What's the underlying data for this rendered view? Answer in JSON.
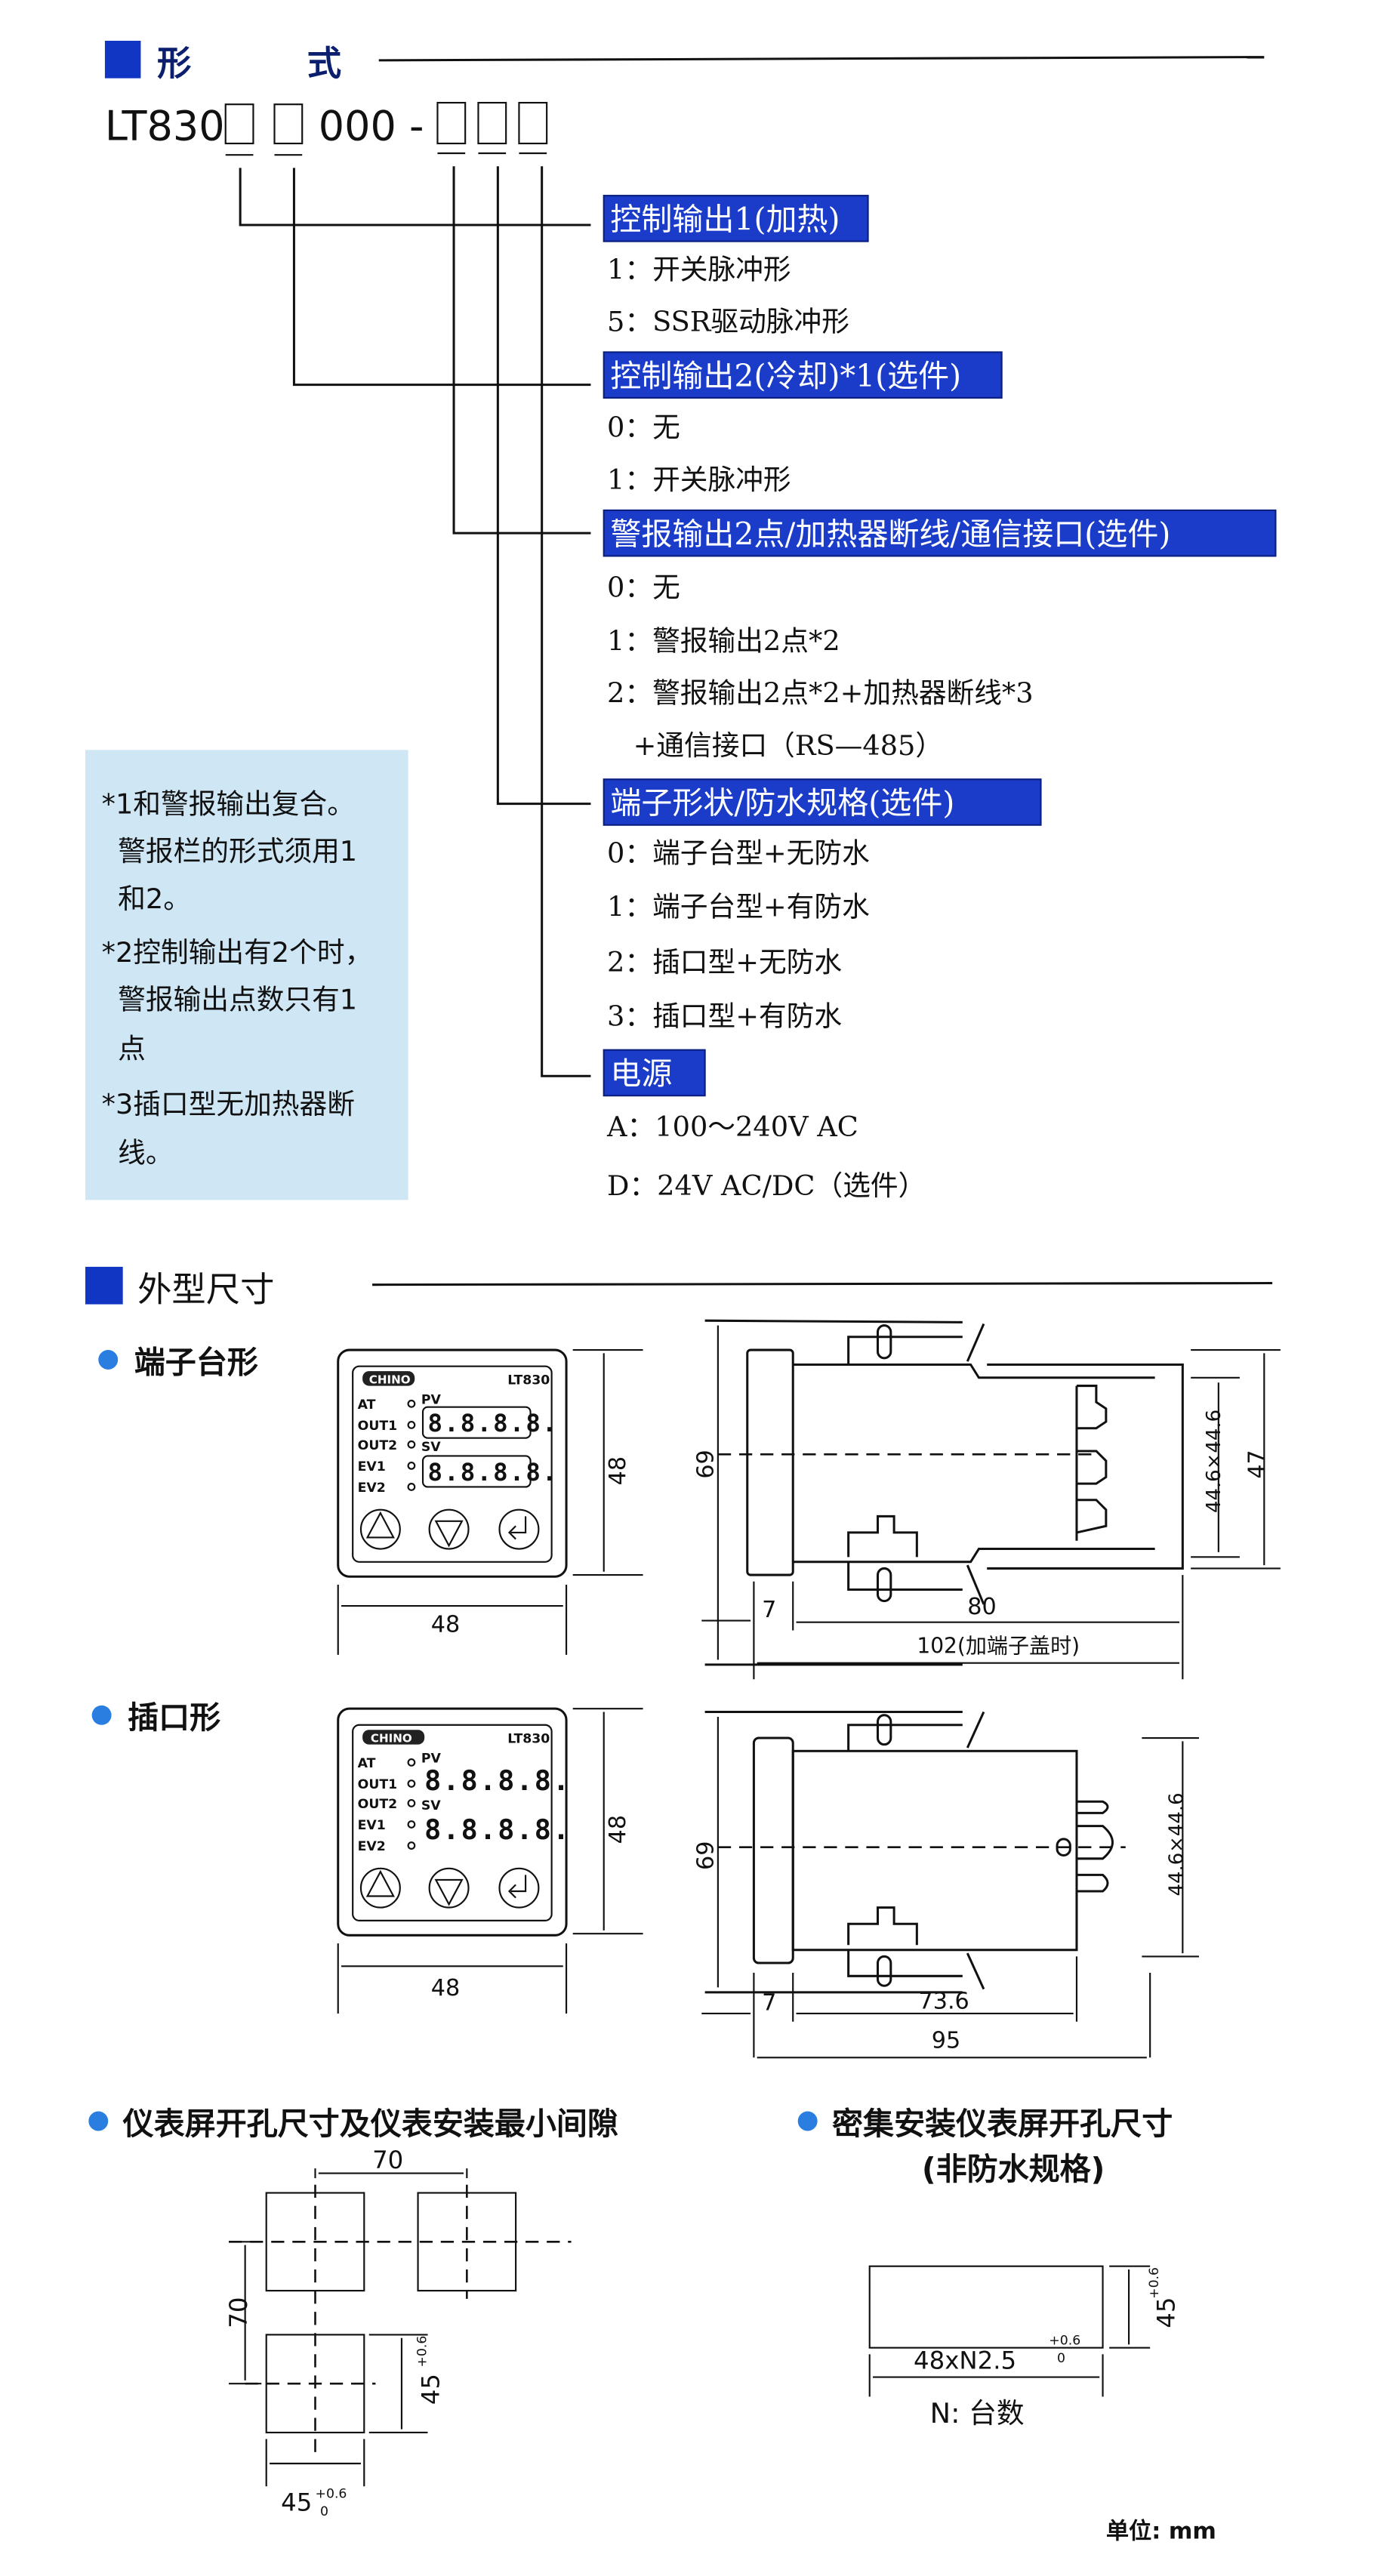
{
  "section1": {
    "title_a": "形",
    "title_b": "式",
    "model_prefix": "LT830",
    "model_mid": "000 -",
    "groups": [
      {
        "label": "控制输出1(加热)",
        "items": [
          "1：开关脉冲形",
          "5：SSR驱动脉冲形"
        ]
      },
      {
        "label": "控制输出2(冷却)*1(选件)",
        "items": [
          "0：无",
          "1：开关脉冲形"
        ]
      },
      {
        "label": "警报输出2点/加热器断线/通信接口(选件)",
        "items": [
          "0：无",
          "1：警报输出2点*2",
          "2：警报输出2点*2+加热器断线*3",
          "+通信接口（RS—485）"
        ]
      },
      {
        "label": "端子形状/防水规格(选件)",
        "items": [
          "0：端子台型+无防水",
          "1：端子台型+有防水",
          "2：插口型+无防水",
          "3：插口型+有防水"
        ]
      },
      {
        "label": "电源",
        "items": [
          "A：100～240V  AC",
          "D：24V   AC/DC（选件）"
        ]
      }
    ],
    "notes": [
      "*1和警报输出复合。",
      "警报栏的形式须用1",
      "和2。",
      "*2控制输出有2个时，",
      "警报输出点数只有1",
      "点",
      "*3插口型无加热器断",
      "线。"
    ]
  },
  "section2": {
    "title": "外型尺寸",
    "terminal_type": "端子台形",
    "plug_type": "插口形",
    "panel": {
      "brand": "CHINO",
      "model": "LT830",
      "leds": [
        "AT",
        "OUT1",
        "OUT2",
        "EV1",
        "EV2"
      ],
      "pv": "PV",
      "sv": "SV",
      "digits": "8.8.8.8."
    },
    "dims_terminal": {
      "front_w": "48",
      "front_h": "48",
      "height": "69",
      "bezel": "7",
      "depth": "80",
      "depth_cover": "102(加端子盖时)",
      "cut": "44.6×44.6",
      "body": "47"
    },
    "dims_plug": {
      "front_w": "48",
      "front_h": "48",
      "height": "69",
      "bezel": "7",
      "depth": "73.6",
      "total": "95",
      "cut": "44.6×44.6"
    },
    "cutout_title": "仪表屏开孔尺寸及仪表安装最小间隙",
    "dense_title": "密集安装仪表屏开孔尺寸",
    "dense_subtitle": "(非防水规格)",
    "cutout": {
      "pitch_h": "70",
      "pitch_v": "70",
      "size": "45",
      "tol_plus": "+0.6",
      "tol_zero": "0"
    },
    "dense": {
      "height": "45",
      "width": "48xN2.5",
      "tol_plus": "+0.6",
      "tol_zero": "0",
      "n_note": "N:  台数"
    },
    "unit": "单位: mm"
  },
  "colors": {
    "accent": "#1236c4",
    "label_bg": "#1a3cc8",
    "note_bg": "#cfe6f5"
  }
}
